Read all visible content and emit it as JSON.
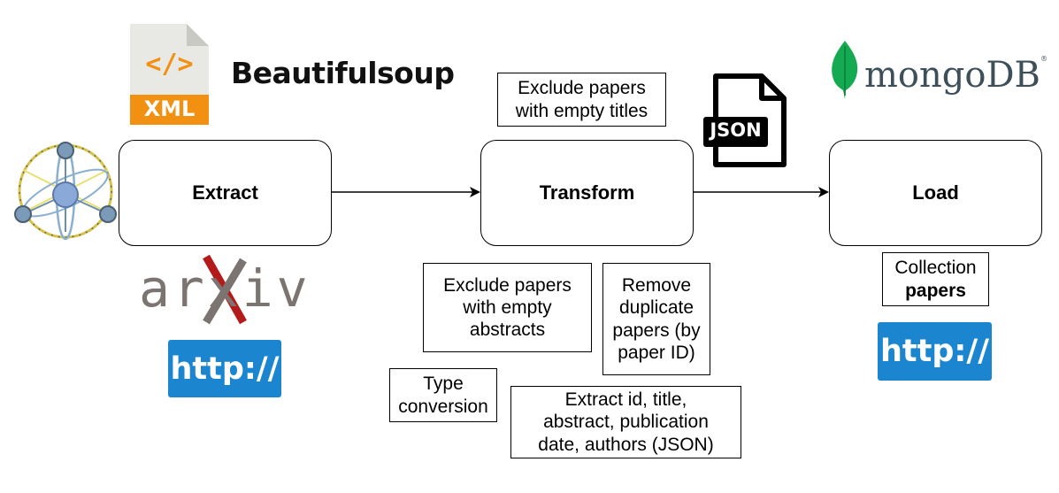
{
  "stages": {
    "extract": "Extract",
    "transform": "Transform",
    "load": "Load"
  },
  "notes": {
    "exclude_titles": [
      "Exclude papers",
      "with empty titles"
    ],
    "exclude_abstracts": [
      "Exclude papers",
      "with empty",
      "abstracts"
    ],
    "remove_duplicates": [
      "Remove",
      "duplicate",
      "papers (by",
      "paper ID)"
    ],
    "type_conversion": [
      "Type",
      "conversion"
    ],
    "extract_fields": [
      "Extract id, title,",
      "abstract, publication",
      "date, authors (JSON)"
    ],
    "collection": [
      "Collection",
      "papers"
    ]
  },
  "logos": {
    "xml_label": "XML",
    "xml_glyph": "</>",
    "beautifulsoup": "Beautifulsoup",
    "arxiv": "arxiv",
    "http_extract": "http://",
    "json_label": "JSON",
    "mongodb": "mongoDB",
    "mongodb_mark": "®",
    "http_load": "http://",
    "network_icon": "network-graph-icon",
    "mongodb_leaf_icon": "mongodb-leaf-icon"
  },
  "colors": {
    "xml_orange": "#f29111",
    "xml_page": "#e8e8e4",
    "mongo_green": "#13aa52",
    "mongo_text": "#3d4f58",
    "arxiv_red": "#b31b1b",
    "arxiv_gray": "#7b7470",
    "http_blue": "#1b86cf"
  }
}
